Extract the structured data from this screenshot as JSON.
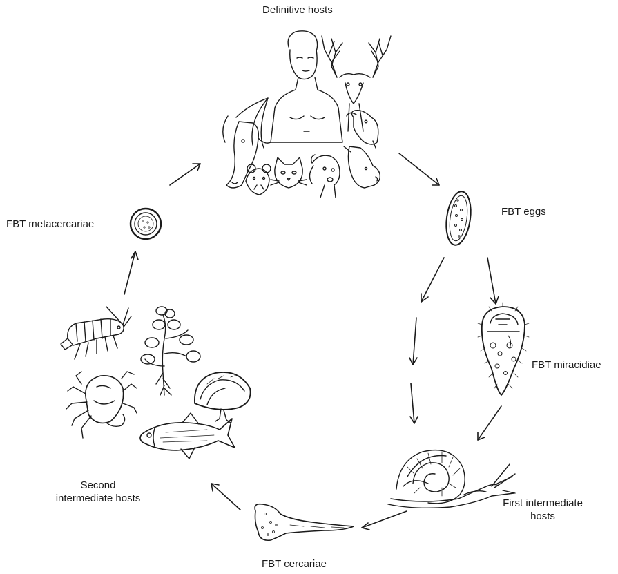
{
  "labels": {
    "definitive_hosts": "Definitive hosts",
    "fbt_eggs": "FBT eggs",
    "fbt_miracidiae": "FBT miracidiae",
    "first_intermediate_line1": "First intermediate",
    "first_intermediate_line2": "hosts",
    "fbt_cercariae": "FBT cercariae",
    "second_intermediate_line1": "Second",
    "second_intermediate_line2": "intermediate hosts",
    "fbt_metacercariae": "FBT metacercariae"
  },
  "illustrations": [
    "human",
    "deer",
    "water-buffalo",
    "goat",
    "pig",
    "rat",
    "cat",
    "dog",
    "egg",
    "miracidium",
    "snail",
    "cercaria",
    "shrimp",
    "aquatic-plant",
    "crab",
    "mussel",
    "fish",
    "metacercaria"
  ],
  "colors": {
    "ink": "#1a1a1a",
    "background": "#ffffff"
  }
}
